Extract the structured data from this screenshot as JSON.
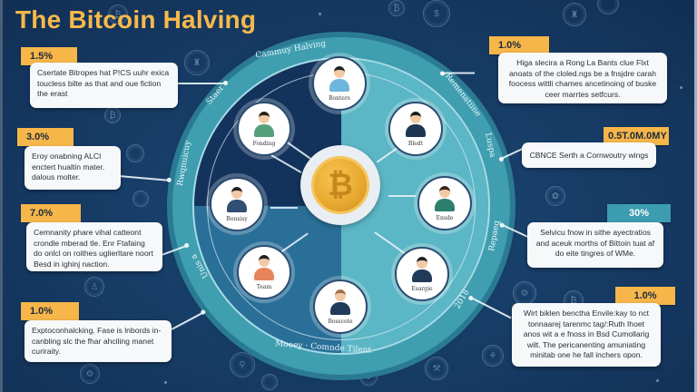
{
  "title": "The Bitcoin Halving",
  "colors": {
    "background": "#163a63",
    "title": "#f7b94a",
    "badge_orange": "#f6b64a",
    "badge_teal": "#3c9db0",
    "wheel_ring": "#3f9eb0",
    "quad_dark": "#13335c",
    "quad_light": "#5bb6c5",
    "quad_mid": "#2a6f98",
    "coin_gold": "#e8a830"
  },
  "wheel": {
    "ring_labels": {
      "top": "Cammuy Halving",
      "top_left": "Staer",
      "left": "Rwqnuicuy",
      "bottom_left": "Unis a",
      "bottom": "Mooey · Comnde Tilent",
      "bottom_right": "2018",
      "right_top": "Remenatiine",
      "right_mid": "Luspa",
      "right_low": "Repaeq"
    },
    "center_icon": "bitcoin-coin-icon",
    "center_symbol": "₿",
    "nodes": [
      {
        "label": "Bonters",
        "icon": "person-icon"
      },
      {
        "label": "Fonding",
        "icon": "person-icon"
      },
      {
        "label": "Bledt",
        "icon": "person-icon"
      },
      {
        "label": "Bonsisy",
        "icon": "group-icon"
      },
      {
        "label": "Ensde",
        "icon": "person-icon"
      },
      {
        "label": "Team",
        "icon": "meeting-icon"
      },
      {
        "label": "Esargie",
        "icon": "person-icon"
      },
      {
        "label": "Bosscote",
        "icon": "person-icon"
      }
    ]
  },
  "callouts": {
    "left": [
      {
        "badge": "1.5%",
        "text": "Csertate Bitropes hat P!CS uuhr exica toucless bilte as that and oue fiction the erast"
      },
      {
        "badge": "3.0%",
        "text": "Eroy onabning ALCI enctert hualtin mater. dalous molter."
      },
      {
        "badge": "7.0%",
        "text": "Cemnanity phare vihal catteont crondle mberad tle. Enr Ftafaing do onlcl on roithes uglierltare noort Besd in ighinj naction."
      },
      {
        "badge": "1.0%",
        "text": "Exptoconhalcking. Fase is lnbords in-canbling slc the fhar ahciling manet curiraity."
      }
    ],
    "right": [
      {
        "badge": "1.0%",
        "text": "Higa slecira a Rong La Bants clue Flxt anoats of the cloled.ngs be a fnsjdre carah foocess wittli chames ancetinoing of buske ceer marrtes setfcurs."
      },
      {
        "badge": "0.5T.0M.0MY",
        "text": "CBNCE Serth a Cornwoutry wings"
      },
      {
        "badge": "30%",
        "text": "Selvicu fnow in sithe ayectratios and aceuk morths of Bittoin tuat af do eite tingres of WMe."
      },
      {
        "badge": "1.0%",
        "text": "Wirt biklen benctha Envile:kay to nct tonnaarej tarenmc tag/:Ruth Ihoet anos wit a e fnoss in Bsd Cumollarig wilt. The pericanenting amuniating minitab one he fall inchers opon."
      }
    ]
  }
}
